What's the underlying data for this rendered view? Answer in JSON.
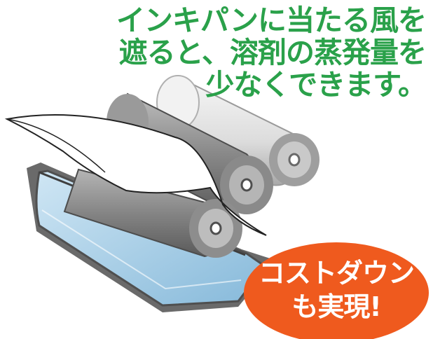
{
  "headline": {
    "line1": "インキパンに当たる風を",
    "line2": "遮ると、溶剤の蒸発量を",
    "line3": "少なくできます。"
  },
  "badge": {
    "line1": "コストダウン",
    "line2": "も実現!"
  },
  "colors": {
    "headline": "#2aa14a",
    "badge": "#ef5a1e",
    "pan_fill": "#9ccbe6",
    "roller_dark": "#8c8c8c",
    "roller_light": "#e8e8e8"
  }
}
